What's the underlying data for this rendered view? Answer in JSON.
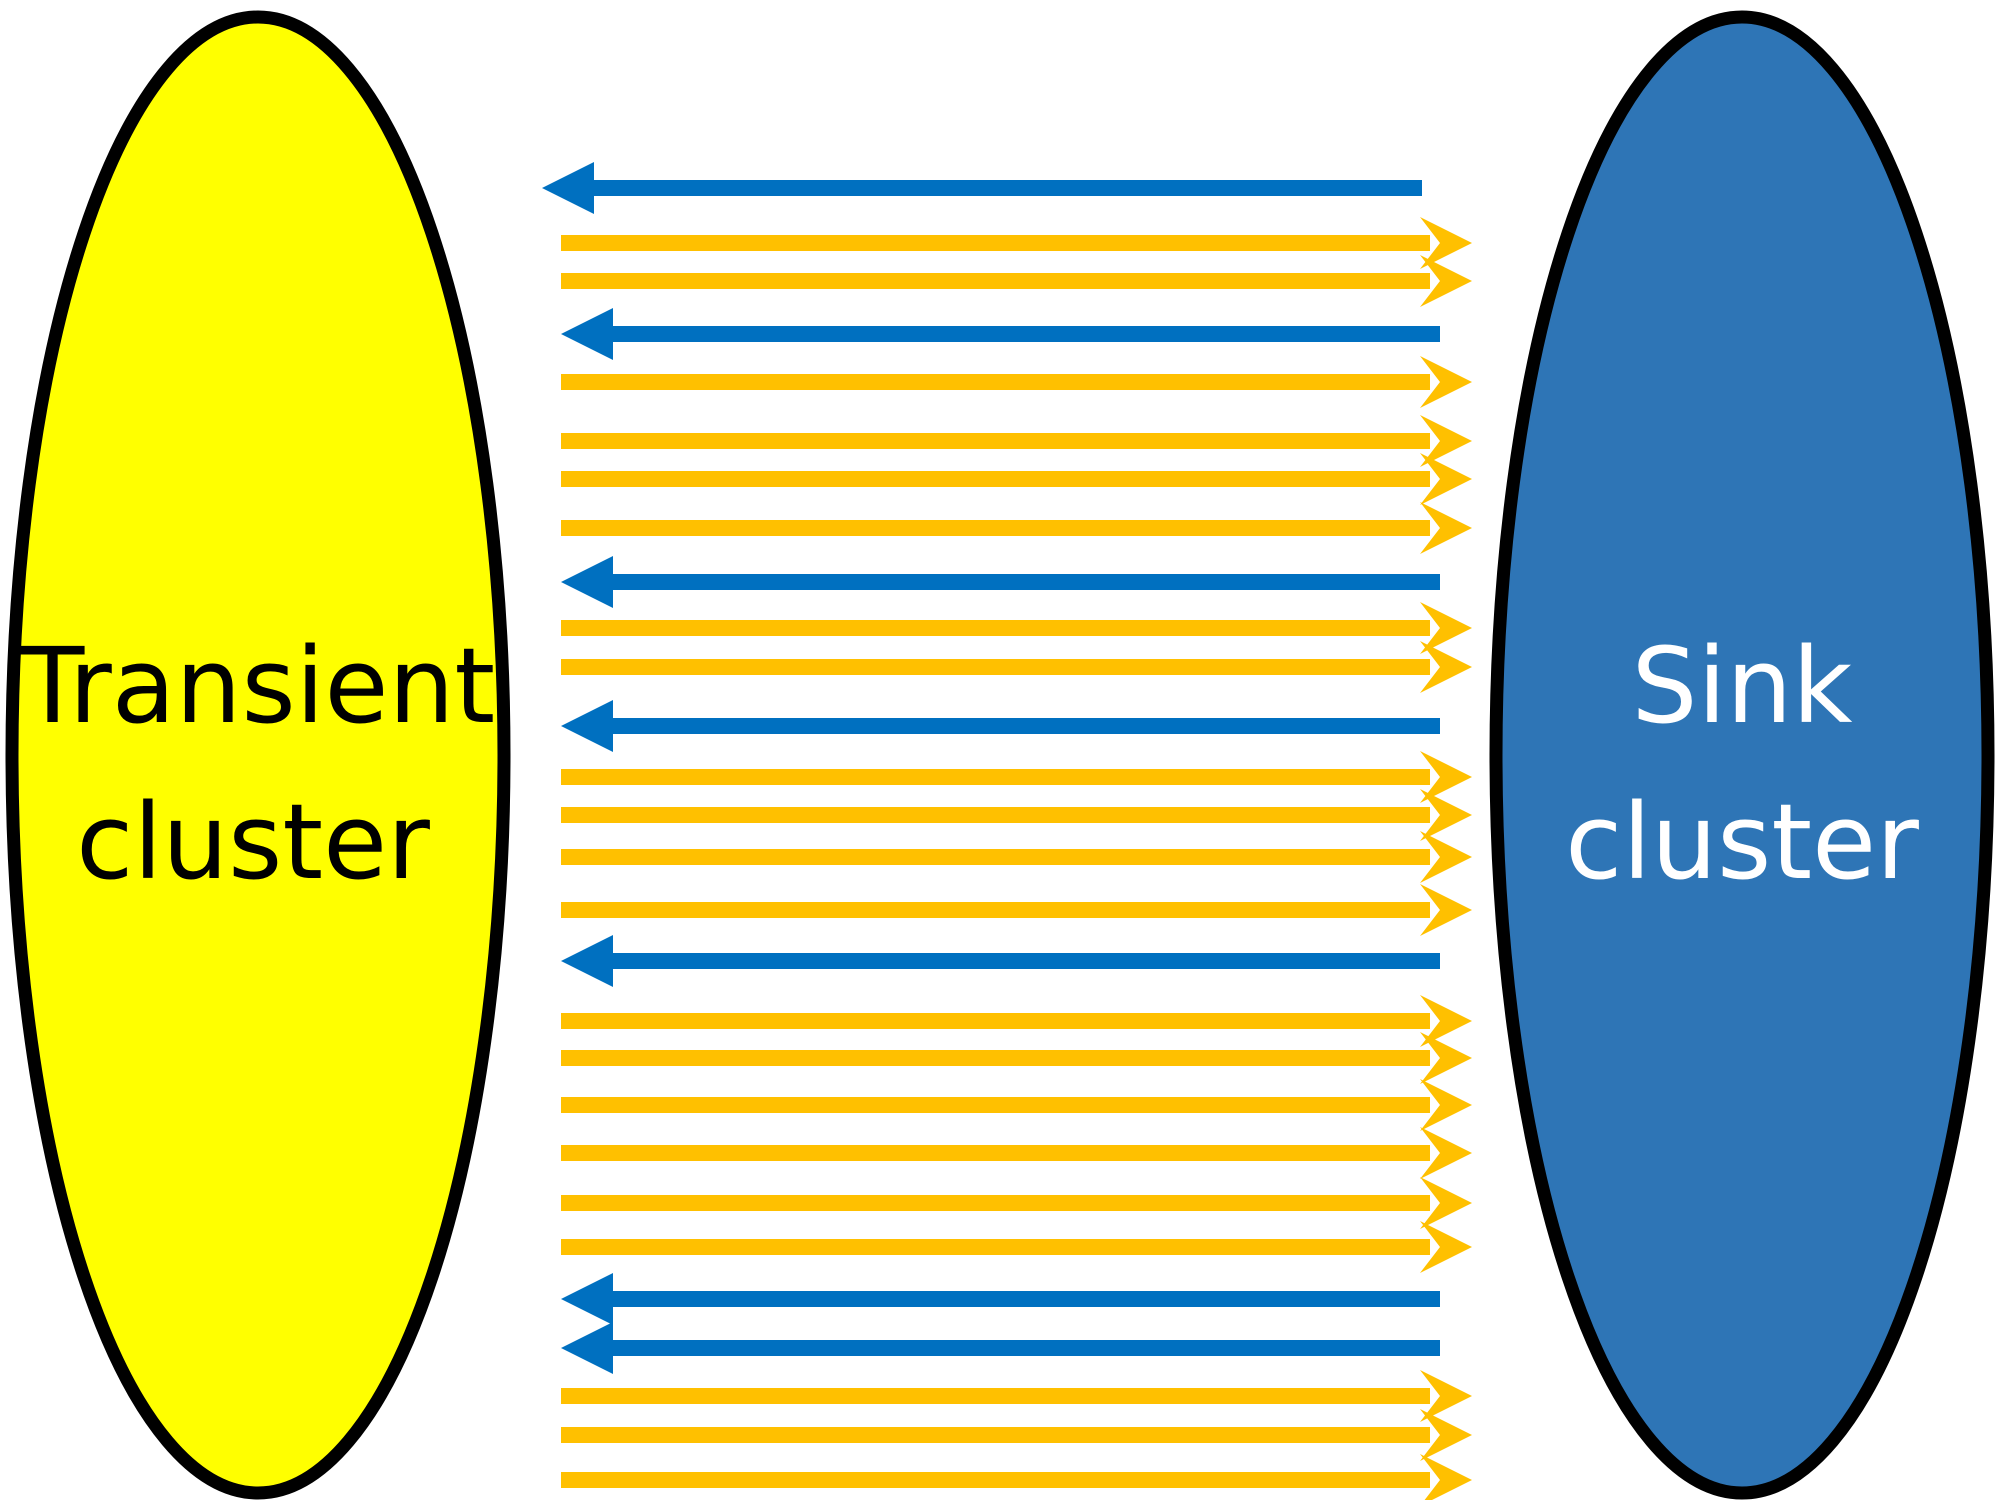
{
  "clusters": {
    "transient": {
      "label_line1": "Transient",
      "label_line2": "cluster",
      "fill": "#FFFF00",
      "text_color": "#000000"
    },
    "sink": {
      "label_line1": "Sink",
      "label_line2": "cluster",
      "fill": "#2E75B6",
      "text_color": "#FFFFFF"
    }
  },
  "colors": {
    "outline": "#000000",
    "to_sink": "#FFC000",
    "to_transient": "#0070C0"
  },
  "transitions": [
    "to_transient",
    "to_sink",
    "to_sink",
    "to_transient",
    "to_sink",
    "to_sink",
    "to_sink",
    "to_sink",
    "to_transient",
    "to_sink",
    "to_sink",
    "to_transient",
    "to_sink",
    "to_sink",
    "to_sink",
    "to_sink",
    "to_transient",
    "to_sink",
    "to_sink",
    "to_sink",
    "to_sink",
    "to_sink",
    "to_sink",
    "to_transient",
    "to_transient",
    "to_sink",
    "to_sink",
    "to_sink"
  ]
}
